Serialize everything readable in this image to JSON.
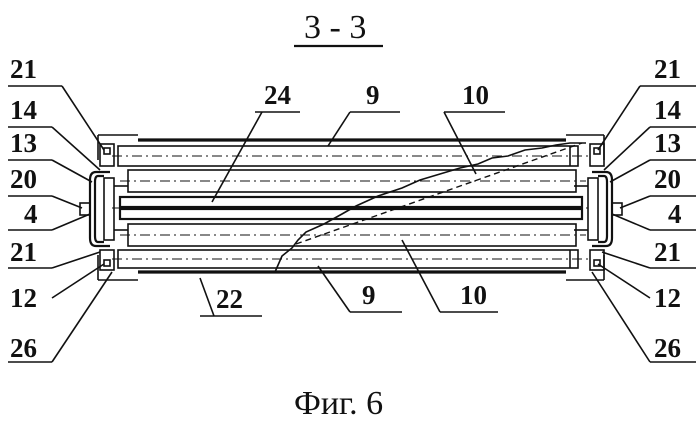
{
  "section_title": "3 - 3",
  "figure_caption": "Фиг. 6",
  "labels": {
    "l21_top": "21",
    "l14": "14",
    "l13": "13",
    "l20": "20",
    "l4": "4",
    "l21_bottom": "21",
    "l12": "12",
    "l26": "26",
    "l24": "24",
    "l9_top": "9",
    "l10_top": "10",
    "l22": "22",
    "l9_bottom": "9",
    "l10_bottom": "10"
  }
}
